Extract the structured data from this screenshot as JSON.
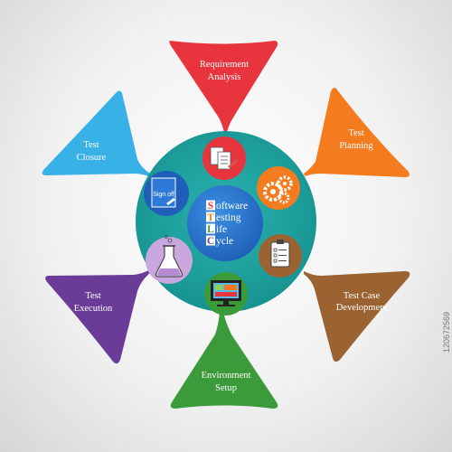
{
  "phases": [
    {
      "id": "requirement-analysis",
      "line1": "Requirement",
      "line2": "Analysis",
      "color": "#e8353d",
      "icon": "documents-icon"
    },
    {
      "id": "test-planning",
      "line1": "Test",
      "line2": "Planning",
      "color": "#f47b1e",
      "icon": "gears-icon"
    },
    {
      "id": "test-case-development",
      "line1": "Test Case",
      "line2": "Development",
      "color": "#9a6331",
      "icon": "clipboard-checklist-icon"
    },
    {
      "id": "environment-setup",
      "line1": "Environment",
      "line2": "Setup",
      "color": "#3b9a3a",
      "icon": "monitor-icon"
    },
    {
      "id": "test-execution",
      "line1": "Test",
      "line2": "Execution",
      "color": "#6a3c98",
      "icon": "lab-flask-icon"
    },
    {
      "id": "test-closure",
      "line1": "Test",
      "line2": "Closure",
      "color": "#38b2e6",
      "icon": "sign-off-document-icon"
    }
  ],
  "center": {
    "words": [
      {
        "initial": "S",
        "rest": "oftware"
      },
      {
        "initial": "T",
        "rest": "esting"
      },
      {
        "initial": "L",
        "rest": "ife"
      },
      {
        "initial": "C",
        "rest": "ycle"
      }
    ],
    "initial_colors": [
      "#e8353d",
      "#f47b1e",
      "#3b9a3a",
      "#6a3c98"
    ]
  },
  "sign_off_label": "Sign off",
  "watermark": "120672569"
}
